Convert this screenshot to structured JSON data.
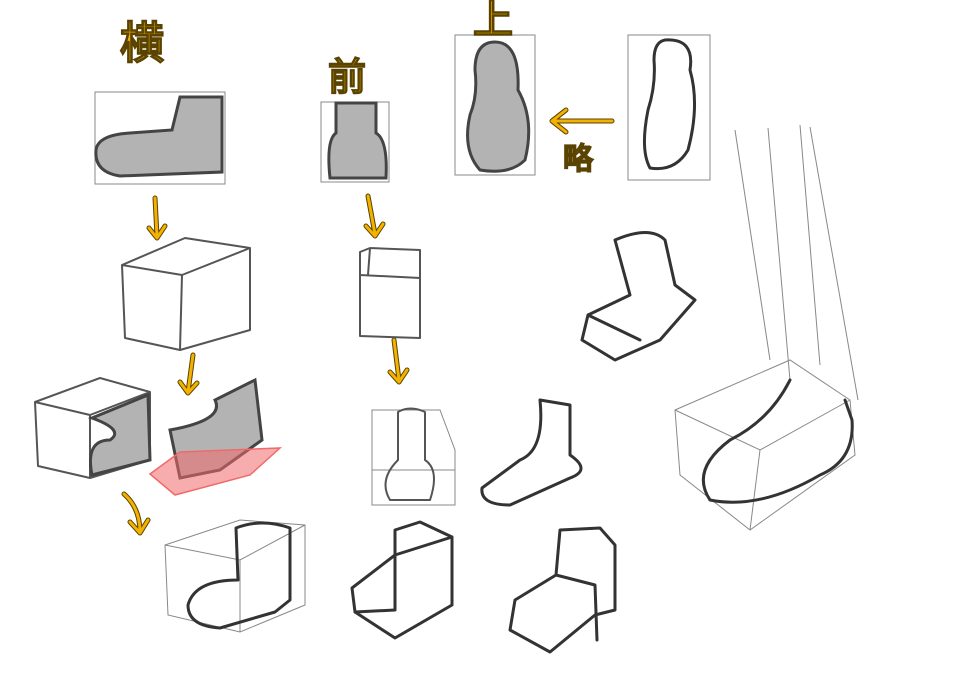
{
  "labels": {
    "side": "横",
    "front": "前",
    "top": "上",
    "omit": "略"
  },
  "colors": {
    "accent": "#f3b200",
    "outline": "#5a4300",
    "fill_gray": "#b3b3b3",
    "highlight_red": "#f06a6a"
  }
}
